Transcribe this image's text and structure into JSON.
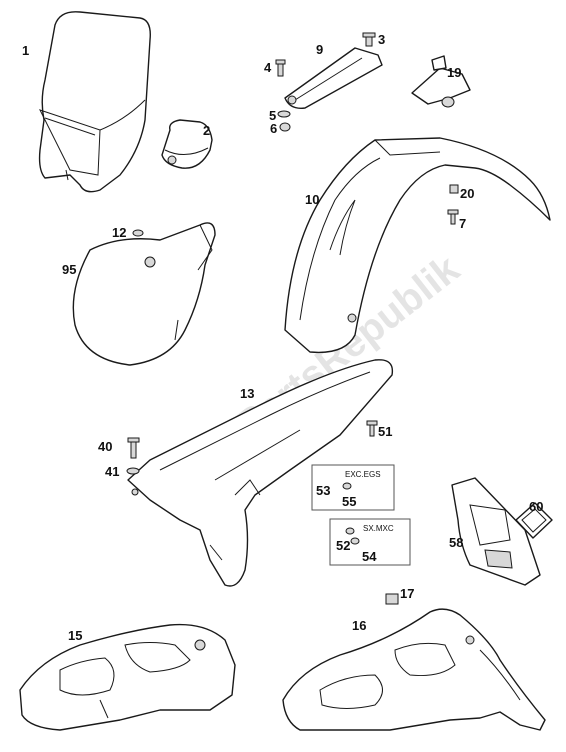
{
  "watermark": "PartsRepublik",
  "part_labels": {
    "p1": "1",
    "p2": "2",
    "p3": "3",
    "p4": "4",
    "p5": "5",
    "p6": "6",
    "p7": "7",
    "p9": "9",
    "p10": "10",
    "p12": "12",
    "p13": "13",
    "p15": "15",
    "p16": "16",
    "p17": "17",
    "p19": "19",
    "p20": "20",
    "p40": "40",
    "p41": "41",
    "p51": "51",
    "p52": "52",
    "p53": "53",
    "p54": "54",
    "p55": "55",
    "p58": "58",
    "p60": "60",
    "p95": "95"
  },
  "boxes": {
    "exc": {
      "caption": "EXC.EGS"
    },
    "sx": {
      "caption": "SX.MXC"
    }
  }
}
